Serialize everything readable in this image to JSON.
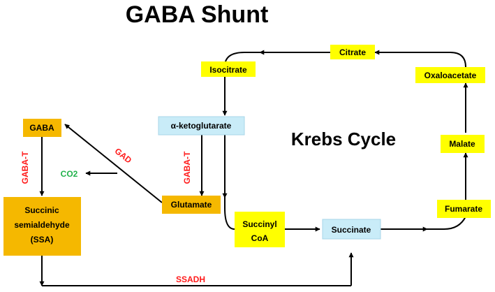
{
  "title": "GABA Shunt",
  "cycle_label": "Krebs Cycle",
  "nodes": {
    "citrate": "Citrate",
    "isocitrate": "Isocitrate",
    "oxaloacetate": "Oxaloacetate",
    "akg": "α-ketoglutarate",
    "gaba": "GABA",
    "malate": "Malate",
    "glutamate": "Glutamate",
    "fumarate": "Fumarate",
    "ssa_line1": "Succinic",
    "ssa_line2": "semialdehyde",
    "ssa_line3": "(SSA)",
    "succoa_line1": "Succinyl",
    "succoa_line2": "CoA",
    "succinate": "Succinate"
  },
  "labels": {
    "co2": "CO2",
    "gad": "GAD",
    "gaba_t_left": "GABA-T",
    "gaba_t_mid": "GABA-T",
    "ssadh": "SSADH"
  },
  "colors": {
    "yellow_node": "#ffff00",
    "orange_node": "#f5b800",
    "blue_node": "#c9ecf8",
    "enzyme_red": "#ff1a1a",
    "co2_green": "#21b24b",
    "arrow": "#000000"
  }
}
